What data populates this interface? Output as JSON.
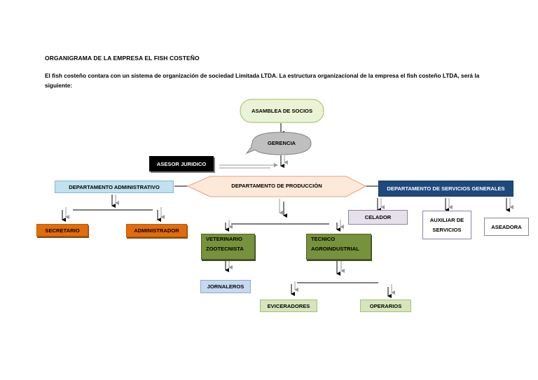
{
  "page": {
    "title": "ORGANIGRAMA DE LA EMPRESA EL FISH COSTEÑO",
    "intro": "El fish costeño contara con un sistema de organización de sociedad Limitada LTDA. La  estructura organizacional de la empresa el fish costeño LTDA, será la siguiente:"
  },
  "chart": {
    "asamblea": "ASAMBLEA DE SOCIOS",
    "gerencia": "GERENCIA",
    "asesor": "ASESOR JURIDICO",
    "dep_admin": "DEPARTAMENTO  ADMINISTRATIVO",
    "dep_prod": "DEPARTAMENTO DE PRODUCCIÒN",
    "dep_serv": "DEPARTAMENTO DE SERVICIOS GENERALES",
    "secretario": "SECRETARIO",
    "administrador": "ADMINISTRADOR",
    "veterinario_1": "VETERINARIO",
    "veterinario_2": "ZOOTECNISTA",
    "tecnico_1": "TECNICO",
    "tecnico_2": "AGROINDUSTRIAL",
    "jornaleros": "JORNALEROS",
    "eviceradores": "EVICERADORES",
    "operarios": "OPERARIOS",
    "celador": "CELADOR",
    "auxiliar_1": "AUXILIAR DE",
    "auxiliar_2": "SERVICIOS",
    "aseadora": "ASEADORA"
  },
  "colors": {
    "asamblea_fill": "#eaf3d5",
    "gerencia_fill": "#bfbfbf",
    "asesor_fill": "#000000",
    "admin_fill": "#bfe1f0",
    "prod_fill": "#fde9d9",
    "serv_fill": "#1f497d",
    "orange": "#e36c0a",
    "olive": "#76923c",
    "blue_light": "#c6d9f1",
    "green_light": "#d7e4bd",
    "lavender": "#e5e0ec"
  }
}
